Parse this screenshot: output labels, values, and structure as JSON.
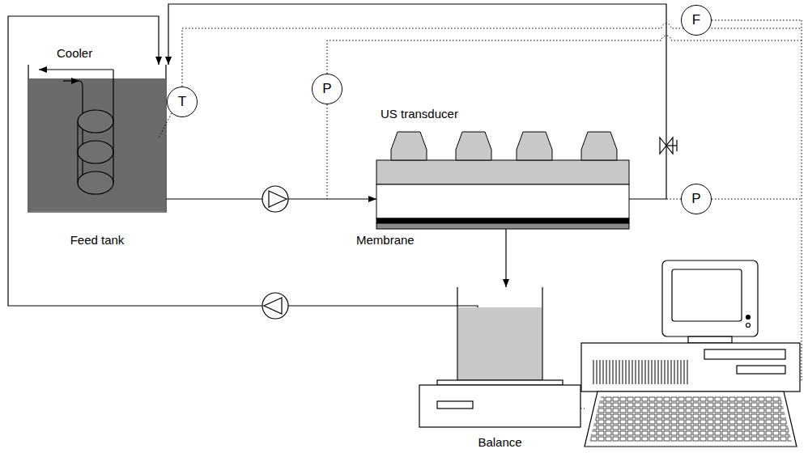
{
  "diagram": {
    "nodes": [
      {
        "text": [
          "Feed tank"
        ]
      },
      {
        "text": [
          "Membrane"
        ]
      },
      {
        "text": [
          "Balance"
        ]
      },
      {
        "text": [
          "T"
        ]
      },
      {
        "text": [
          "P"
        ]
      },
      {
        "text": [
          "F"
        ]
      },
      {
        "text": [
          "P"
        ]
      }
    ],
    "edges": [
      {
        "from": 0,
        "to": 1,
        "arrow": "to"
      },
      {
        "from": 1,
        "to": 0,
        "arrow": "to"
      },
      {
        "from": 1,
        "to": 2,
        "arrow": "to"
      },
      {
        "from": 2,
        "to": 0,
        "arrow": "to"
      }
    ],
    "labels": [
      "Cooler",
      "US transducer"
    ]
  }
}
